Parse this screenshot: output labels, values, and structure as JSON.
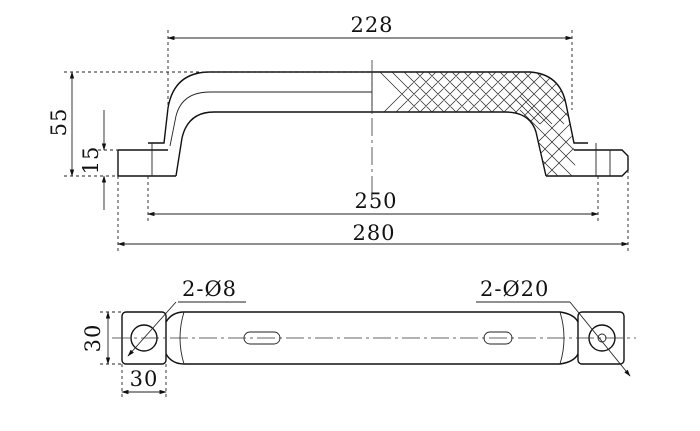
{
  "dimensions": {
    "overall_top": "228",
    "height_total": "55",
    "base_height": "15",
    "hole_spacing": "250",
    "overall_length": "280",
    "end_width": "30",
    "end_length": "30",
    "small_hole": "2-Ø8",
    "large_hole": "2-Ø20"
  }
}
